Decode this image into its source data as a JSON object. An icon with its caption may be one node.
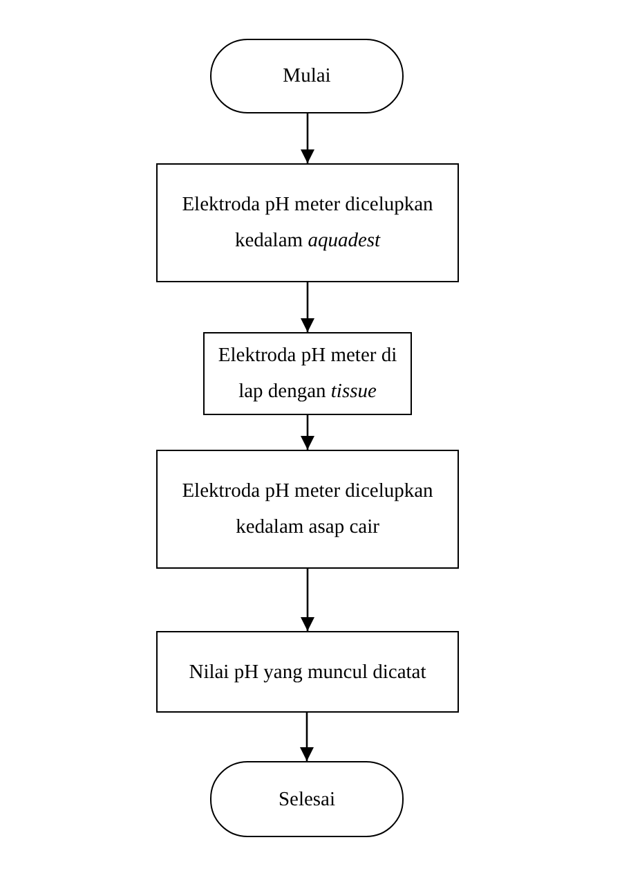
{
  "diagram": {
    "nodes": [
      {
        "text": [
          "Mulai"
        ]
      },
      {
        "text": [
          "Elektroda pH meter dicelupkan kedalam *aquadest*"
        ]
      },
      {
        "text": [
          "Elektroda pH meter di lap dengan *tissue*"
        ]
      },
      {
        "text": [
          "Elektroda pH meter dicelupkan kedalam asap cair"
        ]
      },
      {
        "text": [
          "Nilai pH yang muncul dicatat"
        ]
      },
      {
        "text": [
          "Selesai"
        ]
      }
    ],
    "edges": [
      {
        "from": 0,
        "to": 1,
        "arrow": "to"
      },
      {
        "from": 1,
        "to": 2,
        "arrow": "to"
      },
      {
        "from": 2,
        "to": 3,
        "arrow": "to"
      },
      {
        "from": 3,
        "to": 4,
        "arrow": "to"
      },
      {
        "from": 4,
        "to": 5,
        "arrow": "to"
      }
    ]
  }
}
